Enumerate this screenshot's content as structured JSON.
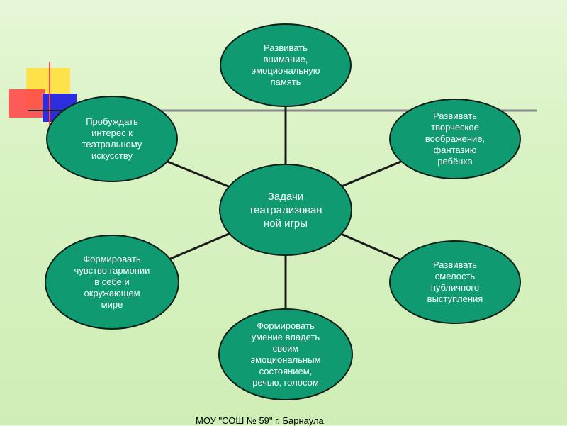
{
  "colors": {
    "node_fill": "#109a72",
    "node_stroke": "#0a1f17",
    "connector": "#1a1a1a",
    "rule_line": "#8a8a8a",
    "deco_yellow": "#ffe24a",
    "deco_red": "#ff4a4a",
    "deco_blue": "#2d2de0"
  },
  "center": {
    "label": "Задачи\nтеатрализован\nной игры"
  },
  "nodes": [
    {
      "id": "top",
      "label": "Развивать\nвнимание,\nэмоциональную\nпамять"
    },
    {
      "id": "top-left",
      "label": "Пробуждать\nинтерес к\nтеатральному\nискусству"
    },
    {
      "id": "top-right",
      "label": "Развивать\nтворческое\nвоображение,\nфантазию\nребёнка"
    },
    {
      "id": "bottom-left",
      "label": "Формировать\nчувство гармонии\nв себе и\nокружающем\nмире"
    },
    {
      "id": "bottom-right",
      "label": "Развивать\nсмелость\nпубличного\nвыступления"
    },
    {
      "id": "bottom",
      "label": "Формировать\nумение владеть\nсвоим\nэмоциональным\nсостоянием,\nречью, голосом"
    }
  ],
  "footer": {
    "text": "МОУ \"СОШ № 59\" г. Барнаула"
  }
}
